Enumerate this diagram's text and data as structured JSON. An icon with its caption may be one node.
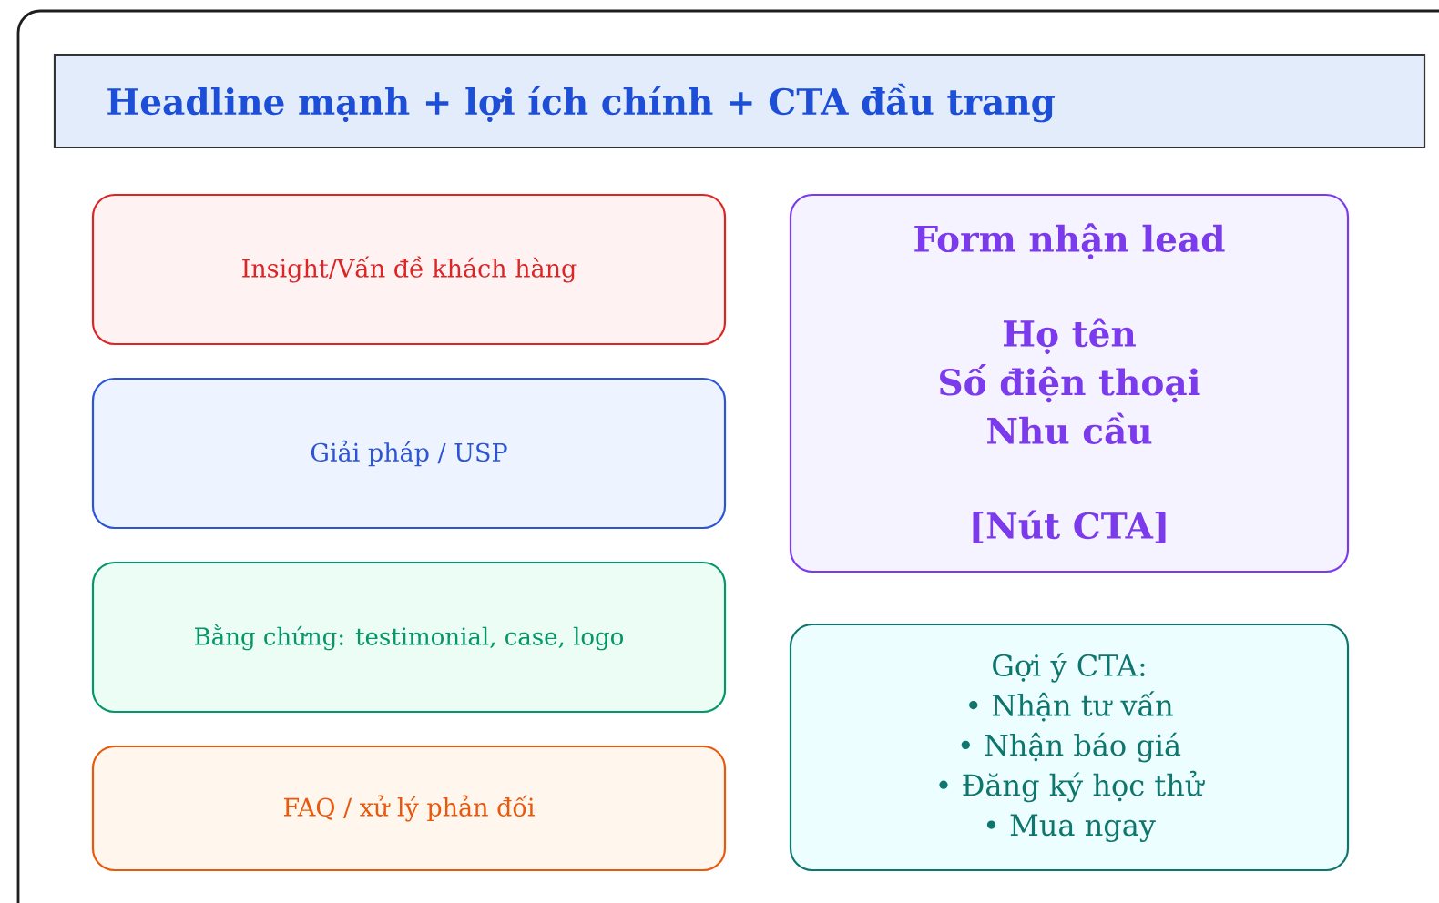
{
  "diagram": {
    "nodes": [
      {
        "text": [],
        "shape": "box"
      },
      {
        "text": [
          "Headline mạnh + lợi ích chính + CTA đầu trang"
        ],
        "in": 0
      },
      {
        "text": [
          "Insight/Vấn đề khách hàng"
        ],
        "in": 0
      },
      {
        "text": [
          "Giải pháp / USP"
        ],
        "in": 0
      },
      {
        "text": [
          "Bằng chứng: testimonial, case, logo"
        ],
        "in": 0
      },
      {
        "text": [
          "FAQ / xử lý phản đối"
        ],
        "in": 0
      },
      {
        "text": [
          "Form nhận lead",
          "Họ tên",
          "Số điện thoại",
          "Nhu cầu",
          "[Nút CTA]"
        ],
        "in": 0
      },
      {
        "text": [
          "Gợi ý CTA:",
          "• Nhận tư vấn",
          "• Nhận báo giá",
          "• Đăng ký học thử",
          "• Mua ngay"
        ],
        "in": 0
      }
    ]
  }
}
